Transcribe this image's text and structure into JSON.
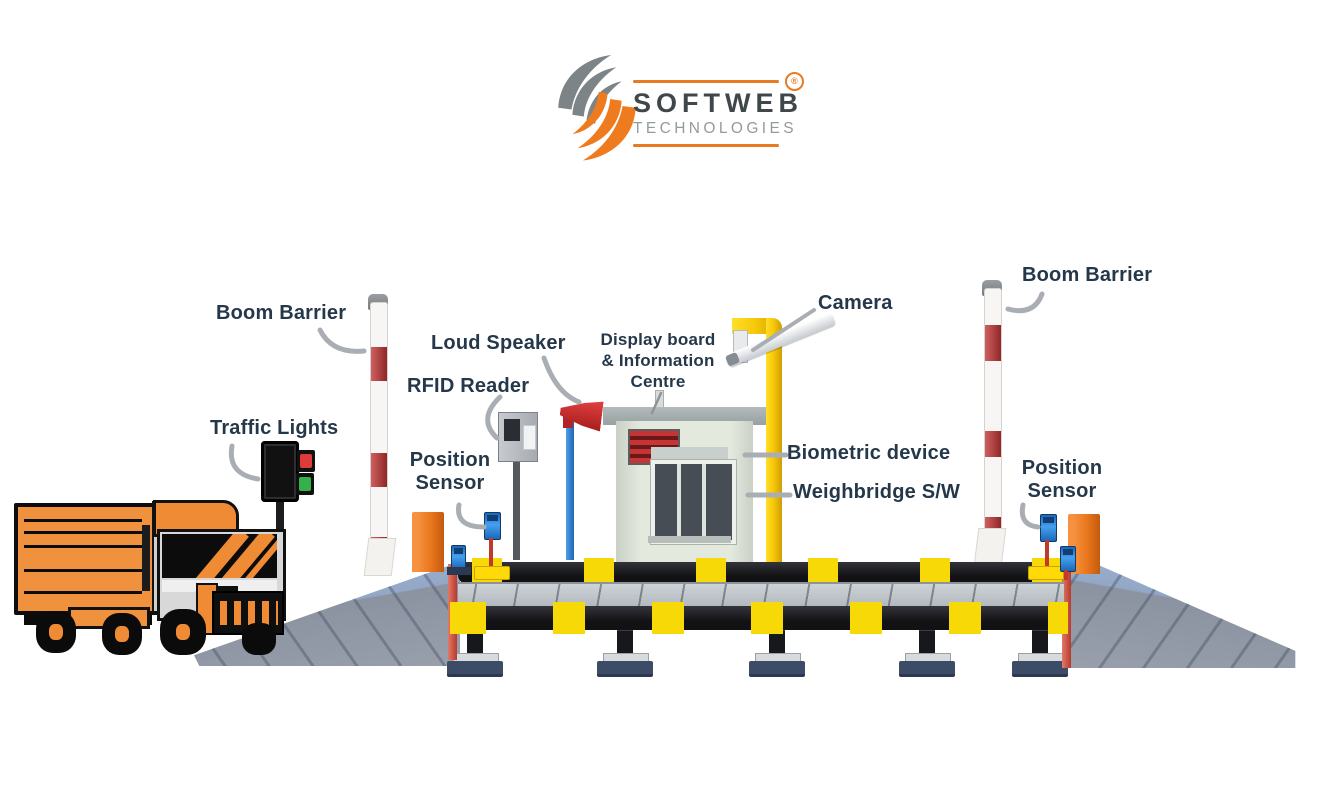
{
  "logo": {
    "brand": "SOFTWEB",
    "sub": "TECHNOLOGIES",
    "registered": "®"
  },
  "annotations": {
    "boom_barrier_left": {
      "text": "Boom Barrier"
    },
    "traffic_lights": {
      "text": "Traffic Lights"
    },
    "loud_speaker": {
      "text": "Loud Speaker"
    },
    "rfid_reader": {
      "text": "RFID Reader"
    },
    "position_sensor_left": {
      "line1": "Position",
      "line2": "Sensor"
    },
    "display_board": {
      "line1": "Display board",
      "line2": "& Information",
      "line3": "Centre"
    },
    "camera": {
      "text": "Camera"
    },
    "biometric_device": {
      "text": "Biometric device"
    },
    "weighbridge_sw": {
      "text": "Weighbridge S/W"
    },
    "boom_barrier_right": {
      "text": "Boom Barrier"
    },
    "position_sensor_right": {
      "line1": "Position",
      "line2": "Sensor"
    }
  },
  "colors": {
    "label_text": "#25384a",
    "logo_brand": "#3f474a",
    "logo_sub": "#939c9d",
    "logo_accent": "#e87a22",
    "swoosh_gray": "#7d8487",
    "swoosh_orange": "#ee7b1e",
    "barrier_stripe_red": "#8f2727",
    "marking_yellow": "#f8d908",
    "camera_pole_yellow": "#f7c908",
    "sensor_blue": "#2e7fd0",
    "speaker_red": "#d22b2b",
    "truck_orange": "#f0913e",
    "ramp_blue_gray": "#a3b5d2",
    "cabin_wall": "#e3e8dd",
    "led_display_red": "#c63535"
  }
}
